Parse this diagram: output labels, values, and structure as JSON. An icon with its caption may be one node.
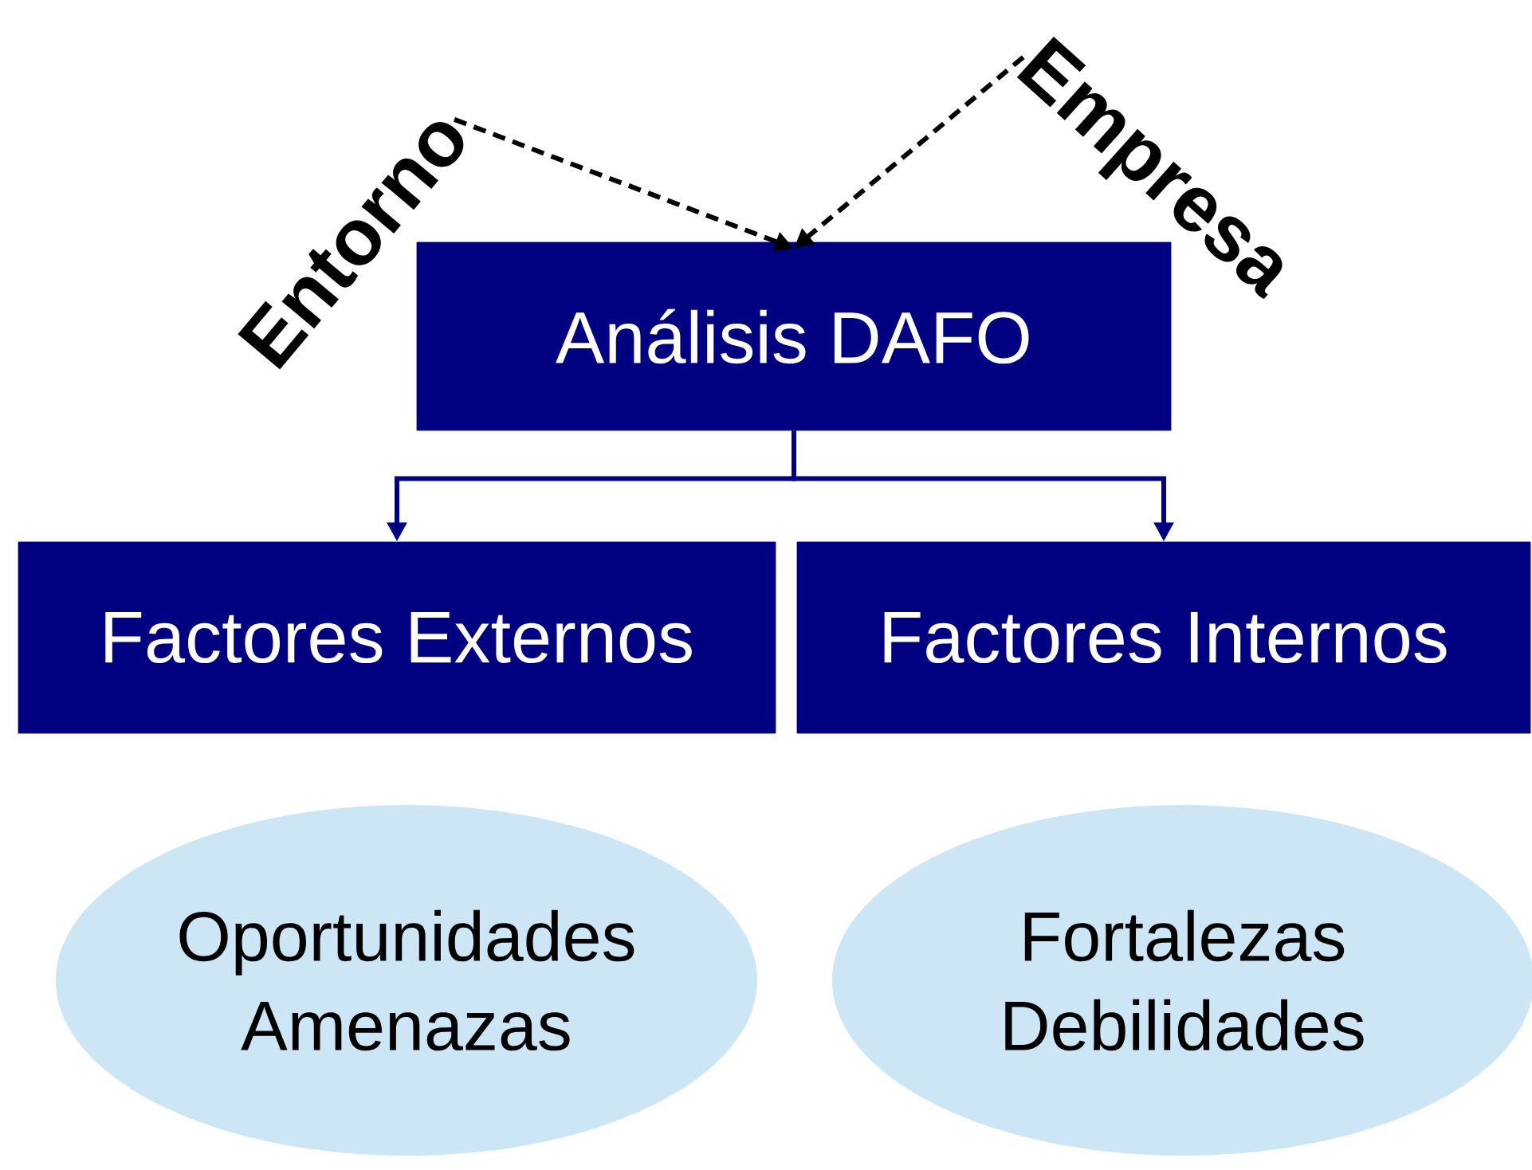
{
  "diagram": {
    "nodes": [
      {
        "text": [
          "Entorno"
        ]
      },
      {
        "text": [
          "Empresa"
        ]
      },
      {
        "text": [
          "Análisis DAFO"
        ]
      },
      {
        "text": [
          "Factores Externos"
        ]
      },
      {
        "text": [
          "Factores Internos"
        ]
      },
      {
        "text": [
          "Oportunidades",
          "Amenazas"
        ]
      },
      {
        "text": [
          "Fortalezas",
          "Debilidades"
        ]
      }
    ],
    "edges": [
      {
        "from": 0,
        "to": 2,
        "arrow": "to",
        "style": "dashed"
      },
      {
        "from": 1,
        "to": 2,
        "arrow": "to",
        "style": "dashed"
      },
      {
        "from": 2,
        "to": 3,
        "arrow": "to",
        "color": "#000080"
      },
      {
        "from": 2,
        "to": 4,
        "arrow": "to",
        "color": "#000080"
      }
    ]
  }
}
